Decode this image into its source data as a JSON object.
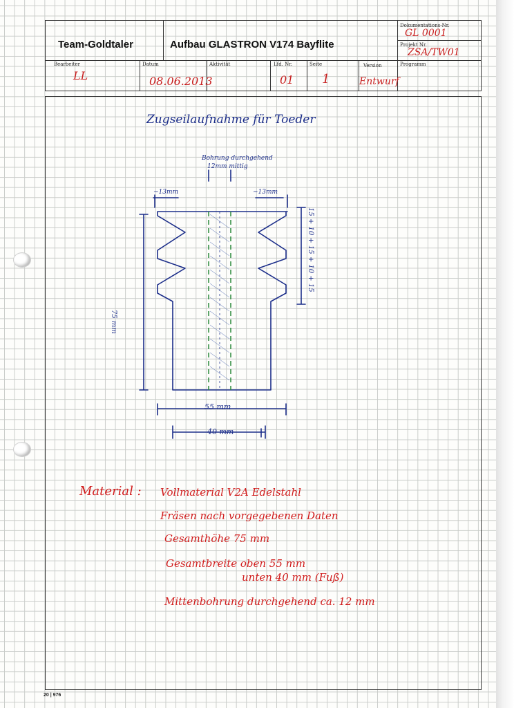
{
  "header": {
    "company": "Team-Goldtaler",
    "title": "Aufbau GLASTRON V174 Bayflite",
    "doc_nr_label": "Dokumentations-Nr.",
    "doc_nr": "GL 0001",
    "proj_nr_label": "Projekt Nr.",
    "proj_nr": "ZSA/TW01",
    "fields": {
      "bearbeiter_label": "Bearbeiter",
      "bearbeiter": "LL",
      "datum_label": "Datum",
      "datum": "08.06.2013",
      "aktivitaet_label": "Aktivität",
      "lfd_label": "Lfd. Nr.",
      "lfd": "01",
      "seite_label": "Seite",
      "seite": "1",
      "version_label": "Version",
      "version": "Entwurf",
      "programm_label": "Programm"
    }
  },
  "drawing": {
    "title": "Zugseilaufnahme für Toeder",
    "bore_note_1": "Bohrung durchgehend",
    "bore_note_2": "12mm mittig",
    "left_dim": "~13mm",
    "right_dim": "~13mm",
    "height_dim": "75 mm",
    "groove_dims": "15 + 10 + 15 + 10 + 15",
    "top_width": "55 mm",
    "bottom_width": "40 mm"
  },
  "material": {
    "label": "Material :",
    "lines": [
      "Vollmaterial V2A Edelstahl",
      "Fräsen nach vorgegebenen Daten",
      "Gesamthöhe 75 mm",
      "Gesamtbreite oben 55 mm",
      "unten 40 mm (Fuß)",
      "Mittenbohrung durchgehend ca. 12 mm"
    ]
  },
  "footer": {
    "page_code": "20 | 976"
  },
  "colors": {
    "ink_blue": "#1c2e8a",
    "ink_red": "#c81e1e",
    "green": "#2a8a3a"
  }
}
